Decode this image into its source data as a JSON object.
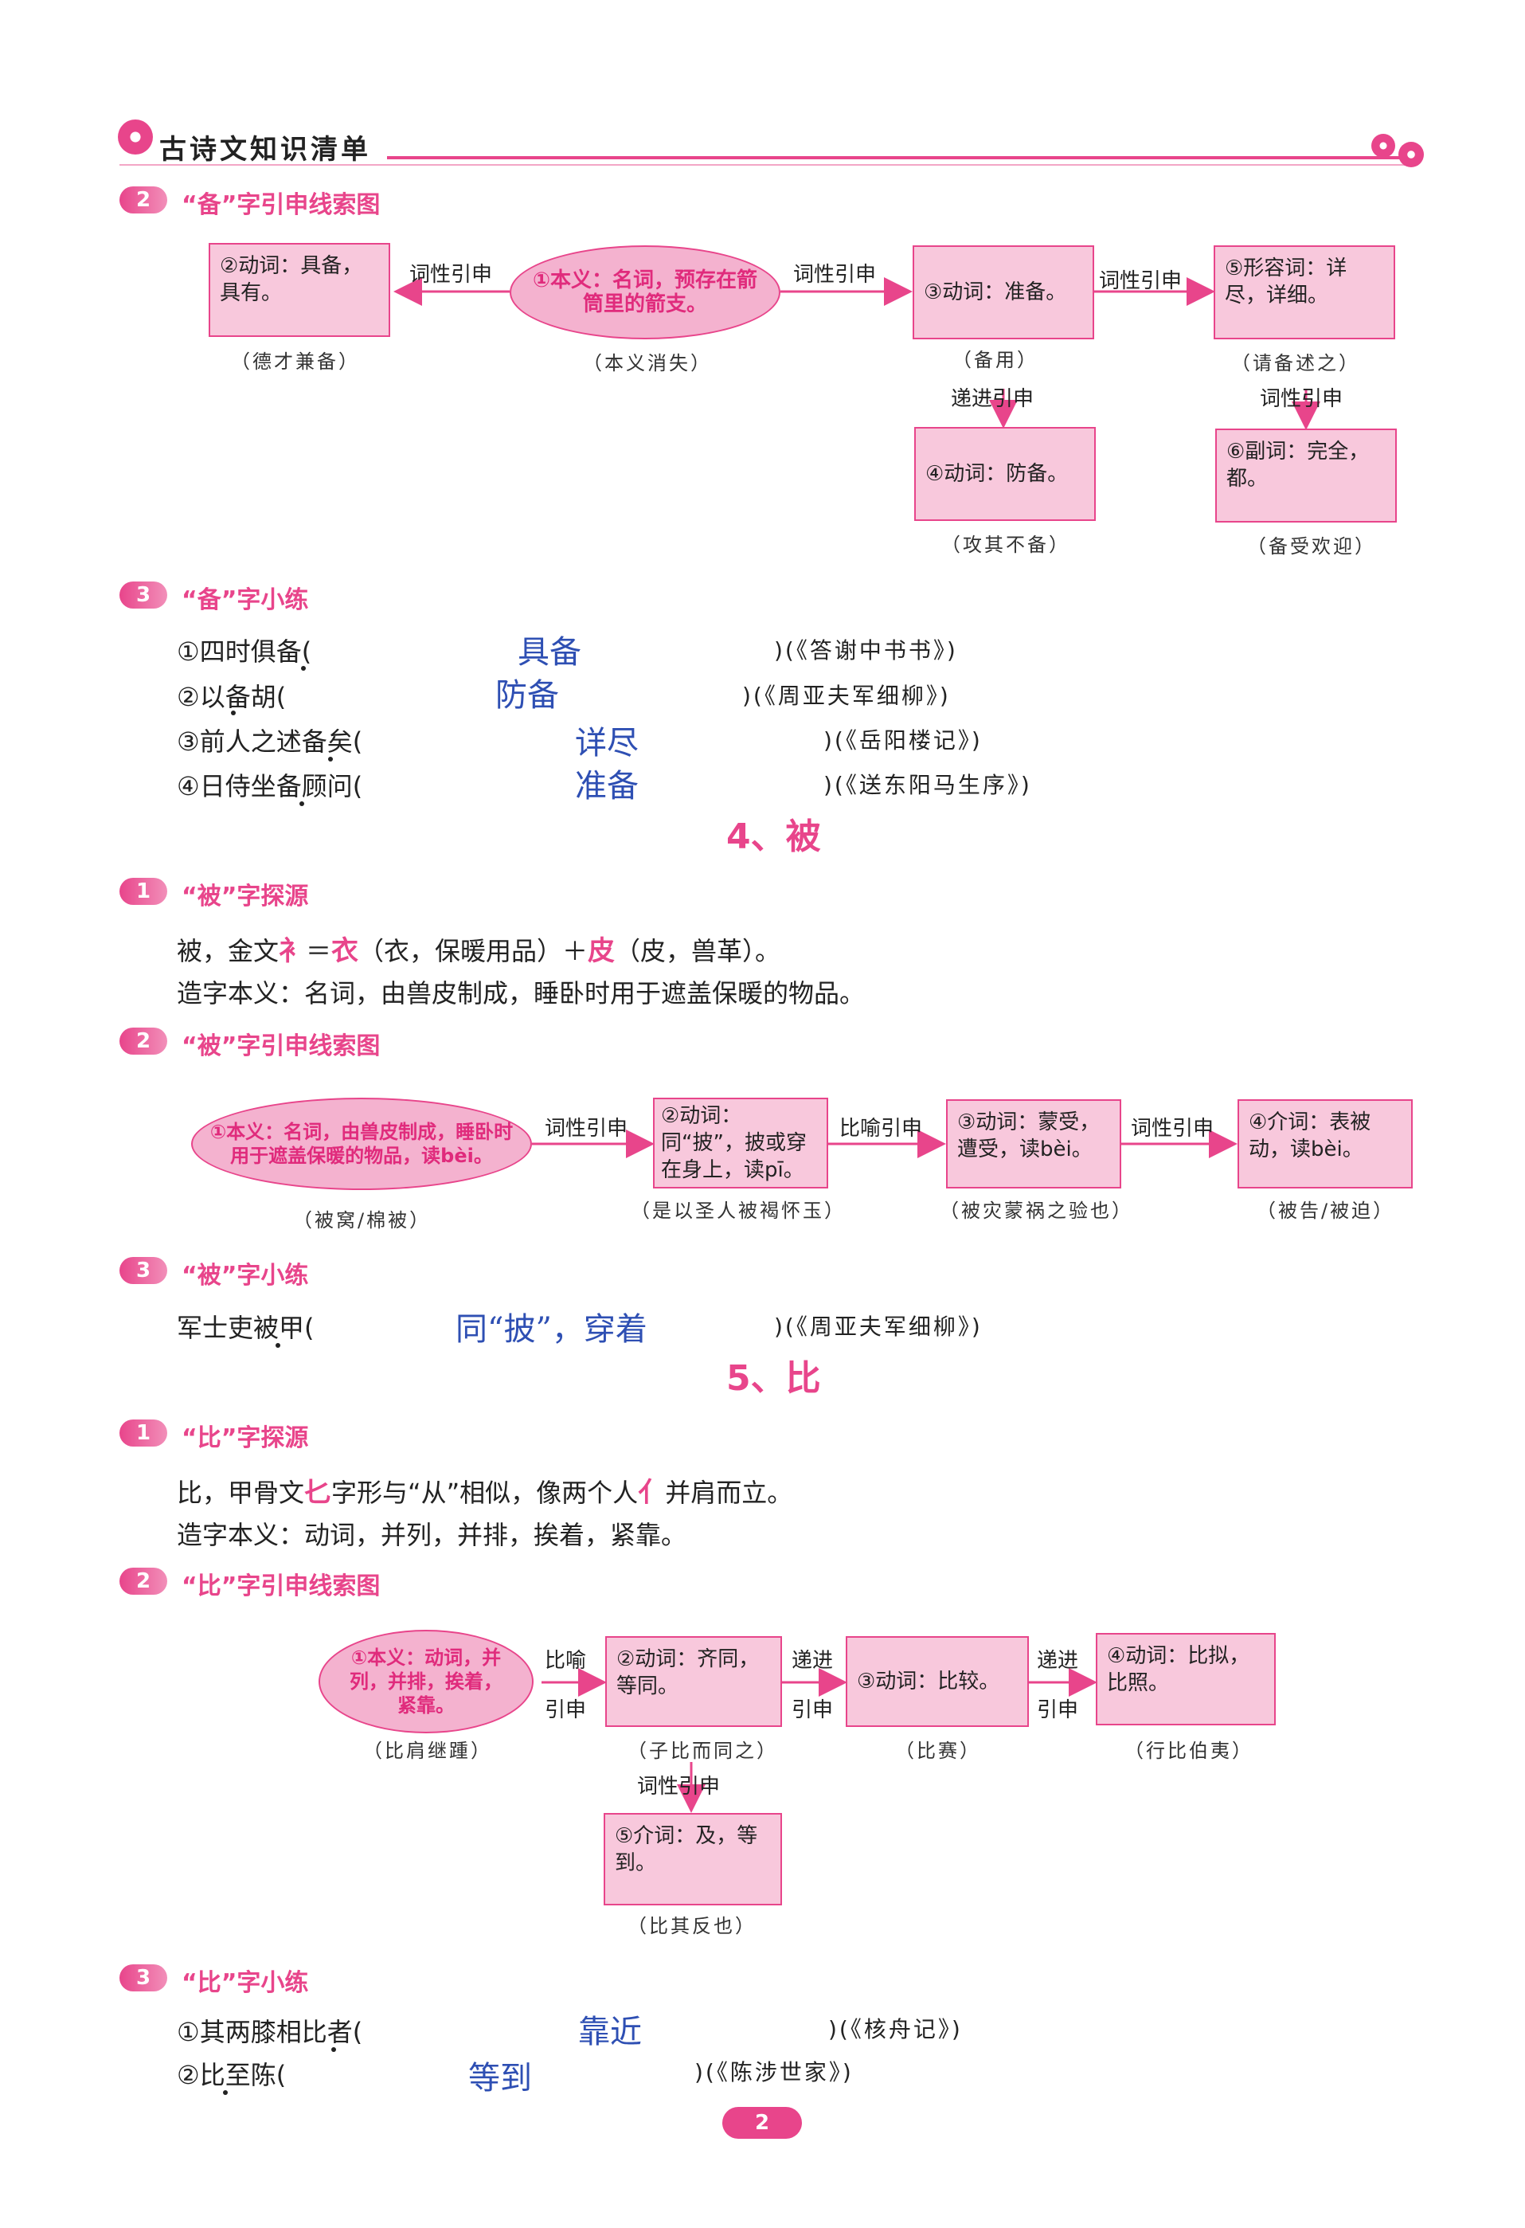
{
  "header": {
    "title": "古诗文知识清单"
  },
  "bei_prepare": {
    "sec2": {
      "num": "2",
      "title": "“备”字引申线索图"
    },
    "diagram": {
      "n1": "①本义：名词，预存在箭筒里的箭支。",
      "n1_cap": "（本义消失）",
      "n2": "②动词：具备，具有。",
      "n2_cap": "（德才兼备）",
      "n3": "③动词：准备。",
      "n3_cap": "（备用）",
      "n4": "④动词：防备。",
      "n4_cap": "（攻其不备）",
      "n5": "⑤形容词：详尽，详细。",
      "n5_cap": "（请备述之）",
      "n6": "⑥副词：完全，都。",
      "n6_cap": "（备受欢迎）",
      "l_1_2": "词性引申",
      "l_1_3": "词性引申",
      "l_3_5": "词性引申",
      "l_3_4": "递进引申",
      "l_5_6": "词性引申"
    },
    "sec3": {
      "num": "3",
      "title": "“备”字小练"
    },
    "exercises": [
      {
        "q": "①四时俱备(",
        "a": "具备",
        "src": ")(《答谢中书书》)"
      },
      {
        "q": "②以备胡(",
        "a": "防备",
        "src": ")(《周亚夫军细柳》)"
      },
      {
        "q": "③前人之述备矣(",
        "a": "详尽",
        "src": ")(《岳阳楼记》)"
      },
      {
        "q": "④日侍坐备顾问(",
        "a": "准备",
        "src": ")(《送东阳马生序》)"
      }
    ]
  },
  "bei_cover": {
    "heading": "4、被",
    "sec1": {
      "num": "1",
      "title": "“被”字探源"
    },
    "origin1": "被，金文",
    "origin1b": "＝",
    "origin1c": "（衣，保暖用品）＋",
    "origin1d": "（皮，兽革）。",
    "origin2": "造字本义：名词，由兽皮制成，睡卧时用于遮盖保暖的物品。",
    "sec2": {
      "num": "2",
      "title": "“被”字引申线索图"
    },
    "diagram": {
      "n1": "①本义：名词，由兽皮制成，睡卧时用于遮盖保暖的物品，读bèi。",
      "n1_cap": "（被窝/棉被）",
      "n2": "②动词：同“披”，披或穿在身上，读pī。",
      "n2_cap": "（是以圣人被褐怀玉）",
      "n3": "③动词：蒙受，遭受，读bèi。",
      "n3_cap": "（被灾蒙祸之验也）",
      "n4": "④介词：表被动，读bèi。",
      "n4_cap": "（被告/被迫）",
      "l_1_2": "词性引申",
      "l_2_3": "比喻引申",
      "l_3_4": "词性引申"
    },
    "sec3": {
      "num": "3",
      "title": "“被”字小练"
    },
    "exercises": [
      {
        "q": "军士吏被甲(",
        "a": "同“披”，穿着",
        "src": ")(《周亚夫军细柳》)"
      }
    ]
  },
  "bi": {
    "heading": "5、比",
    "sec1": {
      "num": "1",
      "title": "“比”字探源"
    },
    "origin1": "比，甲骨文",
    "origin1b": "字形与“从”相似，像两个人",
    "origin1c": "并肩而立。",
    "origin2": "造字本义：动词，并列，并排，挨着，紧靠。",
    "sec2": {
      "num": "2",
      "title": "“比”字引申线索图"
    },
    "diagram": {
      "n1": "①本义：动词，并列，并排，挨着，紧靠。",
      "n1_cap": "（比肩继踵）",
      "n2": "②动词：齐同，等同。",
      "n2_cap": "（子比而同之）",
      "n3": "③动词：比较。",
      "n3_cap": "（比赛）",
      "n4": "④动词：比拟，比照。",
      "n4_cap": "（行比伯夷）",
      "n5": "⑤介词：及，等到。",
      "n5_cap": "（比其反也）",
      "l_1_2a": "比喻",
      "l_1_2b": "引申",
      "l_2_3a": "递进",
      "l_2_3b": "引申",
      "l_3_4a": "递进",
      "l_3_4b": "引申",
      "l_2_5": "词性引申"
    },
    "sec3": {
      "num": "3",
      "title": "“比”字小练"
    },
    "exercises": [
      {
        "q": "①其两膝相比者(",
        "a": "靠近",
        "src": ")(《核舟记》)"
      },
      {
        "q": "②比至陈(",
        "a": "等到",
        "src": ")(《陈涉世家》)"
      }
    ]
  },
  "page_number": "2",
  "colors": {
    "accent": "#e8458b",
    "box_fill": "#f8c8dc",
    "answer": "#2e4fb3"
  }
}
